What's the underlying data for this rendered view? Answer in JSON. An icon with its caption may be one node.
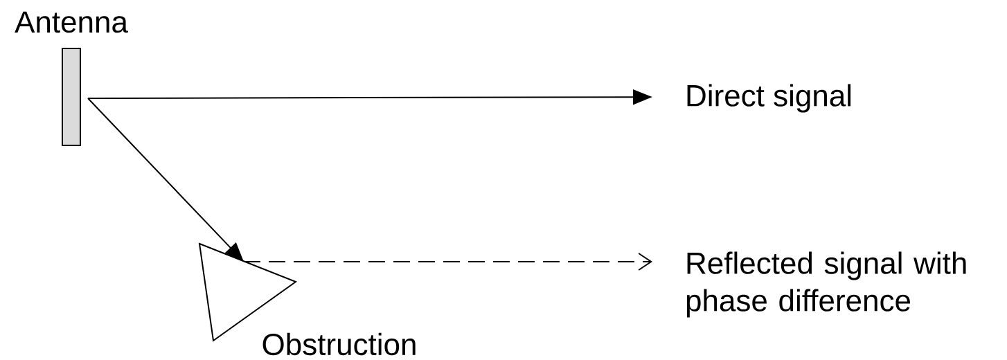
{
  "diagram": {
    "nodes": [
      {
        "text": [
          "Antenna"
        ]
      },
      {
        "text": [
          "Direct signal"
        ]
      },
      {
        "text": [
          "Obstruction"
        ]
      },
      {
        "text": [
          "Reflected signal with phase difference"
        ]
      }
    ],
    "edges": [
      {
        "from": 0,
        "to": 1,
        "arrow": "to"
      },
      {
        "from": 0,
        "to": 2,
        "arrow": "to"
      },
      {
        "from": 2,
        "to": 3,
        "arrow": "to",
        "style": "dashed"
      }
    ]
  }
}
